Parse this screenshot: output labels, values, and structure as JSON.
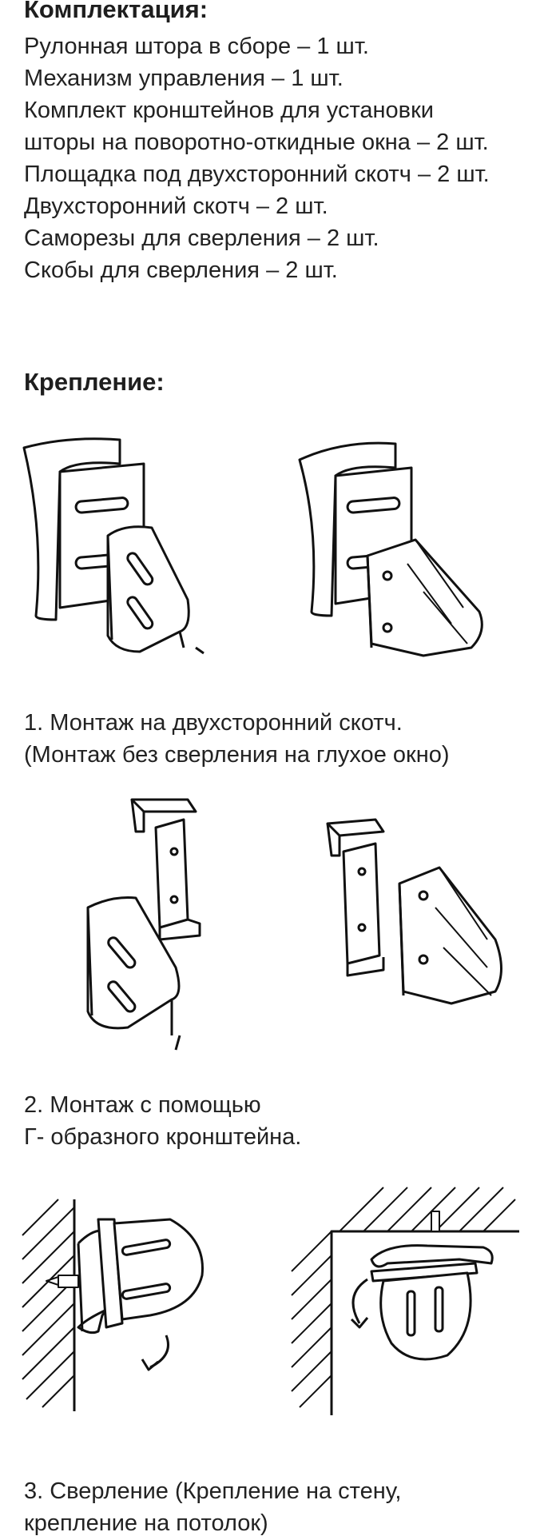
{
  "komplekt": {
    "title": "Комплектация:",
    "items": [
      "Рулонная штора в сборе – 1 шт.",
      "Механизм управления – 1 шт.",
      "Комплект кронштейнов для установки",
      "шторы на поворотно-откидные окна – 2 шт.",
      "Площадка под двухсторонний скотч – 2 шт.",
      "Двухсторонний скотч – 2 шт.",
      "Саморезы для сверления – 2 шт.",
      "Скобы для сверления – 2 шт."
    ]
  },
  "mount": {
    "title": "Крепление:",
    "methods": [
      {
        "line1": "1. Монтаж на двухсторонний скотч.",
        "line2": "(Монтаж без сверления на глухое окно)"
      },
      {
        "line1": "2. Монтаж с помощью",
        "line2": "Г- образного кронштейна."
      },
      {
        "line1": "3. Сверление (Крепление на стену,",
        "line2": "крепление на потолок)"
      }
    ]
  }
}
